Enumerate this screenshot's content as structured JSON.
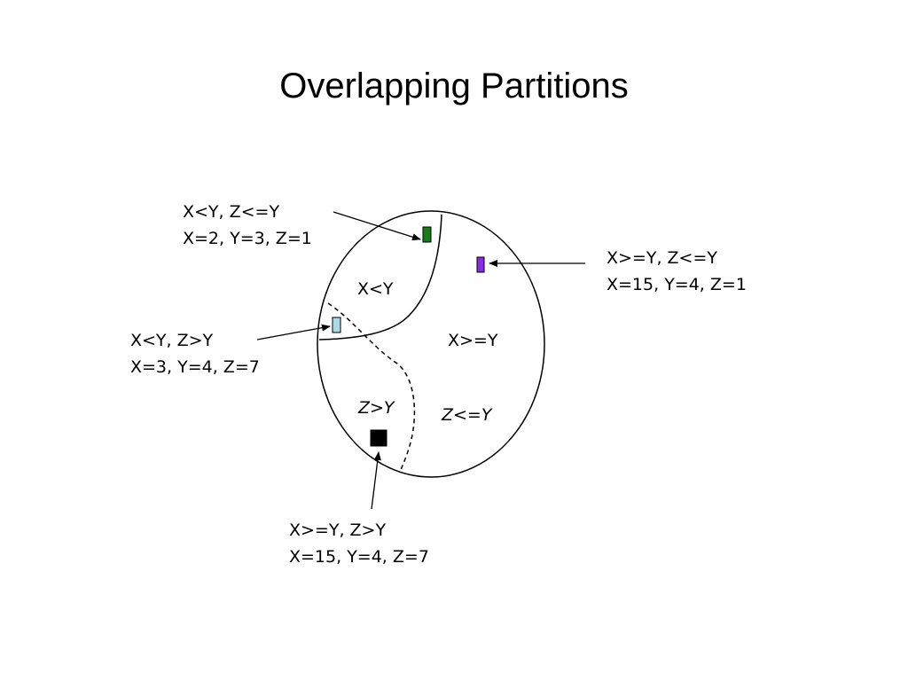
{
  "title": "Overlapping Partitions",
  "regions": {
    "x_less_y": "X<Y",
    "x_ge_y": "X>=Y",
    "z_gt_y": "Z>Y",
    "z_le_y": "Z<=Y"
  },
  "callouts": {
    "top_left": {
      "line1": "X<Y, Z<=Y",
      "line2": "X=2, Y=3, Z=1",
      "marker_color": "#1a7a1a"
    },
    "right": {
      "line1": "X>=Y, Z<=Y",
      "line2": "X=15, Y=4, Z=1",
      "marker_color": "#8a2be2"
    },
    "mid_left": {
      "line1": "X<Y, Z>Y",
      "line2": "X=3, Y=4, Z=7",
      "marker_color": "#add8e6"
    },
    "bottom": {
      "line1": "X>=Y, Z>Y",
      "line2": "X=15, Y=4, Z=7",
      "marker_color": "#000000"
    }
  }
}
